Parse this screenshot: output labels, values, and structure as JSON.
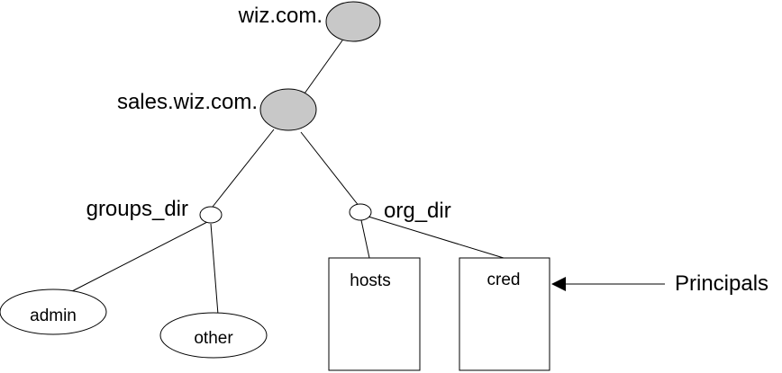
{
  "nodes": {
    "root_domain": "wiz.com.",
    "sub_domain": "sales.wiz.com.",
    "groups_dir": "groups_dir",
    "org_dir": "org_dir",
    "admin_group": "admin",
    "other_group": "other",
    "hosts_table": "hosts",
    "cred_table": "cred"
  },
  "annotation": {
    "principals": "Principals"
  },
  "colors": {
    "domain_fill": "#c8c8c8",
    "line": "#000000",
    "background": "#ffffff"
  }
}
